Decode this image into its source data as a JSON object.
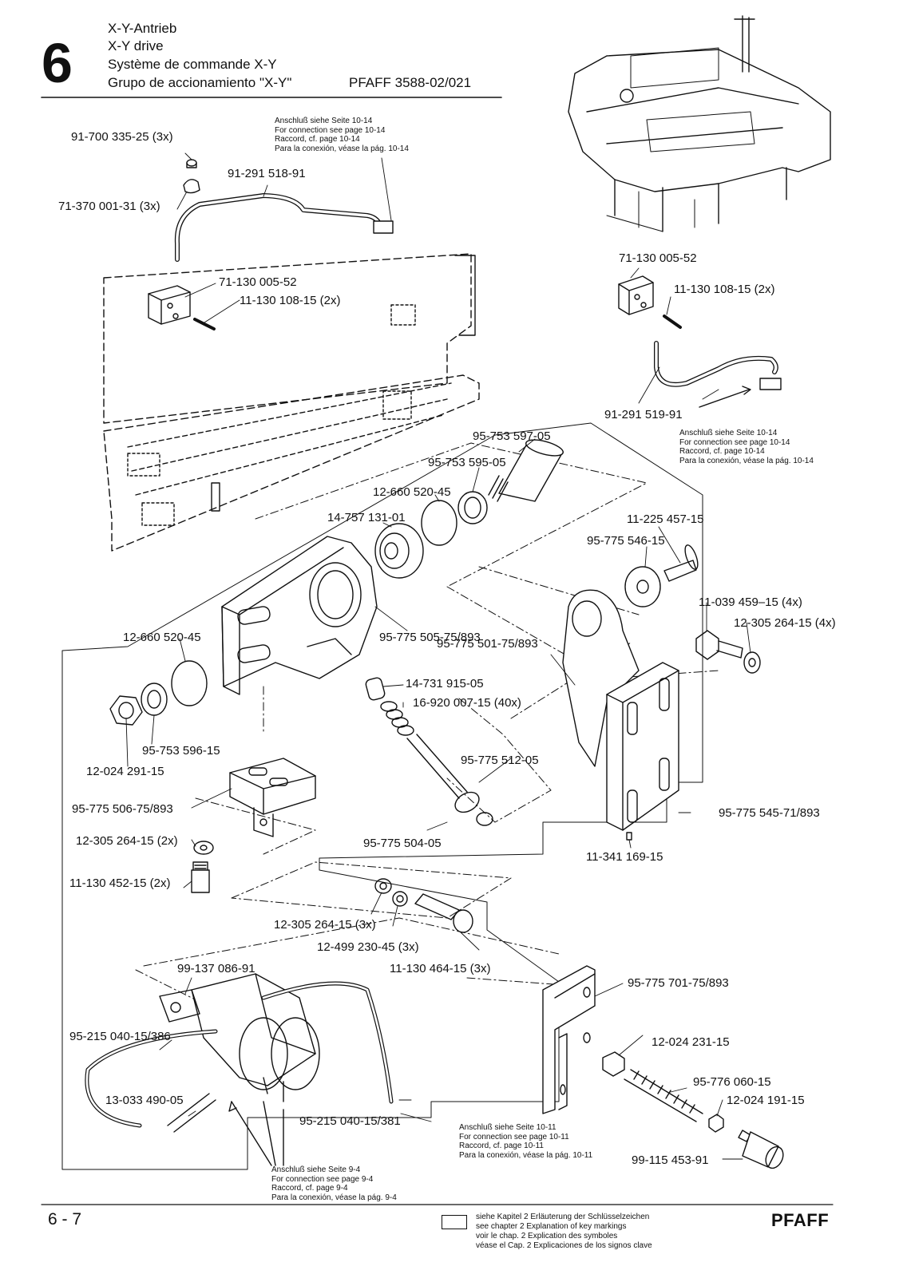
{
  "header": {
    "chapter": "6",
    "titles": [
      "X-Y-Antrieb",
      "X-Y drive",
      "Système de commande X-Y",
      "Grupo de accionamiento \"X-Y\""
    ],
    "model": "PFAFF 3588-02/021"
  },
  "parts": [
    "91-700 335-25 (3x)",
    "71-370 001-31 (3x)",
    "91-291 518-91",
    "71-130 005-52",
    "11-130 108-15 (2x)",
    "71-130 005-52",
    "11-130 108-15 (2x)",
    "91-291 519-91",
    "95-753 597-05",
    "95-753 595-05",
    "12-660 520-45",
    "14-757 131-01",
    "11-225 457-15",
    "95-775 546-15",
    "11-039 459–15 (4x)",
    "12-305 264-15 (4x)",
    "12-660 520-45",
    "95-775 505-75/893",
    "95-775 501-75/893",
    "14-731 915-05",
    "16-920 007-15 (40x)",
    "95-753 596-15",
    "12-024 291-15",
    "95-775 512-05",
    "95-775 506-75/893",
    "95-775 545-71/893",
    "12-305 264-15 (2x)",
    "95-775 504-05",
    "11-341 169-15",
    "11-130 452-15 (2x)",
    "12-305 264-15 (3x)",
    "12-499 230-45 (3x)",
    "11-130 464-15 (3x)",
    "99-137 086-91",
    "95-775 701-75/893",
    "95-215 040-15/386",
    "12-024 231-15",
    "95-776 060-15",
    "13-033 490-05",
    "12-024 191-15",
    "95-215 040-15/381",
    "99-115 453-91"
  ],
  "notes": {
    "conn_10_14": [
      "Anschluß siehe Seite 10-14",
      "For connection see page 10-14",
      "Raccord, cf. page 10-14",
      "Para la conexión, véase la pág. 10-14"
    ],
    "conn_10_11": [
      "Anschluß siehe Seite 10-11",
      "For connection see page 10-11",
      "Raccord, cf. page 10-11",
      "Para la conexión, véase la pág. 10-11"
    ],
    "conn_9_4": [
      "Anschluß siehe Seite 9-4",
      "For connection see page 9-4",
      "Raccord, cf. page 9-4",
      "Para la conexión, véase la pág. 9-4"
    ]
  },
  "footer": {
    "page": "6 - 7",
    "legend": [
      "siehe Kapitel 2 Erläuterung der Schlüsselzeichen",
      "see chapter 2 Explanation of key markings",
      "voir le chap. 2 Explication des symboles",
      "véase el Cap. 2 Explicaciones de los signos clave"
    ],
    "brand": "PFAFF"
  }
}
